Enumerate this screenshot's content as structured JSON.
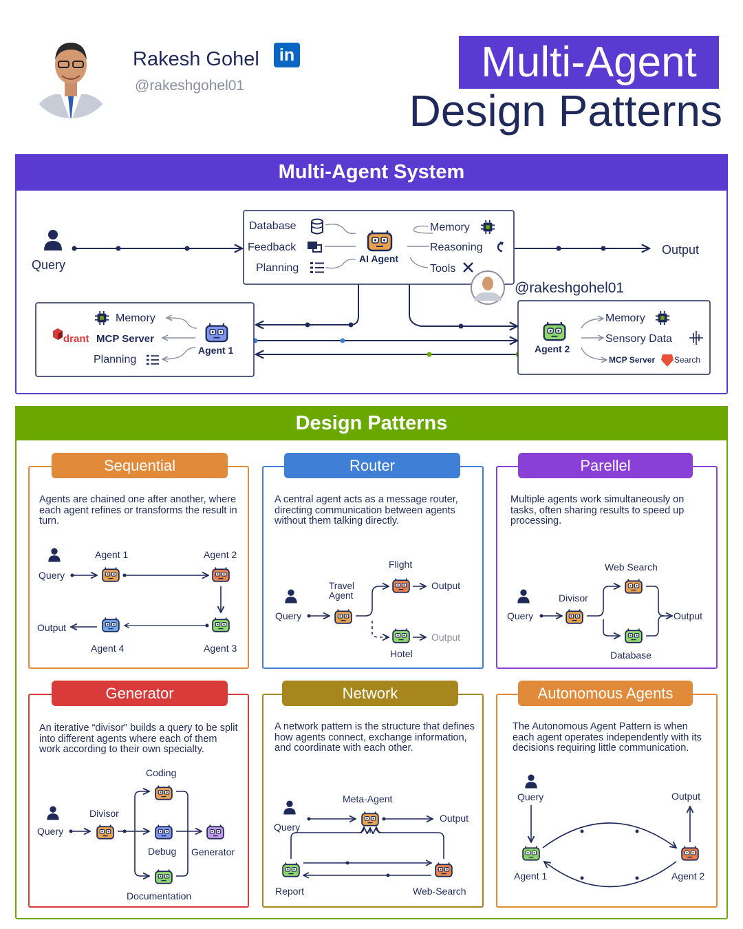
{
  "header": {
    "author_name": "Rakesh Gohel",
    "author_handle": "@rakeshgohel01",
    "linkedin_badge": "in",
    "title_line1": "Multi-Agent",
    "title_line2": "Design Patterns"
  },
  "system": {
    "title": "Multi-Agent System",
    "query": "Query",
    "output": "Output",
    "ai_agent": "AI Agent",
    "ai_inputs": [
      "Database",
      "Feedback",
      "Planning"
    ],
    "ai_tools": [
      "Memory",
      "Reasoning",
      "Tools"
    ],
    "watermark": "@rakeshgohel01",
    "agent1": {
      "name": "Agent 1",
      "items": [
        "Memory",
        "MCP Server",
        "Planning"
      ],
      "brand": "drant"
    },
    "agent2": {
      "name": "Agent 2",
      "items": [
        "Memory",
        "Sensory Data",
        "MCP Server",
        "Search"
      ]
    }
  },
  "patterns_title": "Design Patterns",
  "patterns": {
    "sequential": {
      "title": "Sequential",
      "desc": "Agents are chained one after another, where each agent refines or transforms the result in turn.",
      "labels": {
        "query": "Query",
        "output": "Output",
        "agent1": "Agent 1",
        "agent2": "Agent 2",
        "agent3": "Agent 3",
        "agent4": "Agent 4"
      }
    },
    "router": {
      "title": "Router",
      "desc": "A central agent acts as a message router, directing communication between agents without them talking directly.",
      "labels": {
        "query": "Query",
        "travel_agent": "Travel Agent",
        "flight": "Flight",
        "hotel": "Hotel",
        "output1": "Output",
        "output2": "Output"
      }
    },
    "parallel": {
      "title": "Parellel",
      "desc": "Multiple agents work simultaneously on tasks, often sharing results to speed up processing.",
      "labels": {
        "query": "Query",
        "divisor": "Divisor",
        "web_search": "Web Search",
        "database": "Database",
        "output": "Output"
      }
    },
    "generator": {
      "title": "Generator",
      "desc": "An iterative “divisor” builds a query to be split into different agents where each of them work according to their own specialty.",
      "labels": {
        "query": "Query",
        "divisor": "Divisor",
        "coding": "Coding",
        "debug": "Debug",
        "documentation": "Documentation",
        "generator": "Generator"
      }
    },
    "network": {
      "title": "Network",
      "desc": "A network pattern is the structure that defines how agents connect, exchange information, and coordinate with each other.",
      "labels": {
        "query": "Query",
        "meta_agent": "Meta-Agent",
        "output": "Output",
        "report": "Report",
        "web_search": "Web-Search"
      }
    },
    "autonomous": {
      "title": "Autonomous Agents",
      "desc": "The Autonomous Agent Pattern is when each agent operates independently with its decisions requiring little communication.",
      "labels": {
        "query": "Query",
        "output": "Output",
        "agent1": "Agent 1",
        "agent2": "Agent 2"
      }
    }
  },
  "colors": {
    "navy": "#1f2a5a",
    "purple": "#5b3ad1",
    "green": "#6aa800",
    "sequential": "#e08a3a",
    "router": "#3f7fd6",
    "parallel": "#8a3fd6",
    "generator": "#d93a3a",
    "network": "#a8861e",
    "autonomous": "#e08a3a"
  }
}
